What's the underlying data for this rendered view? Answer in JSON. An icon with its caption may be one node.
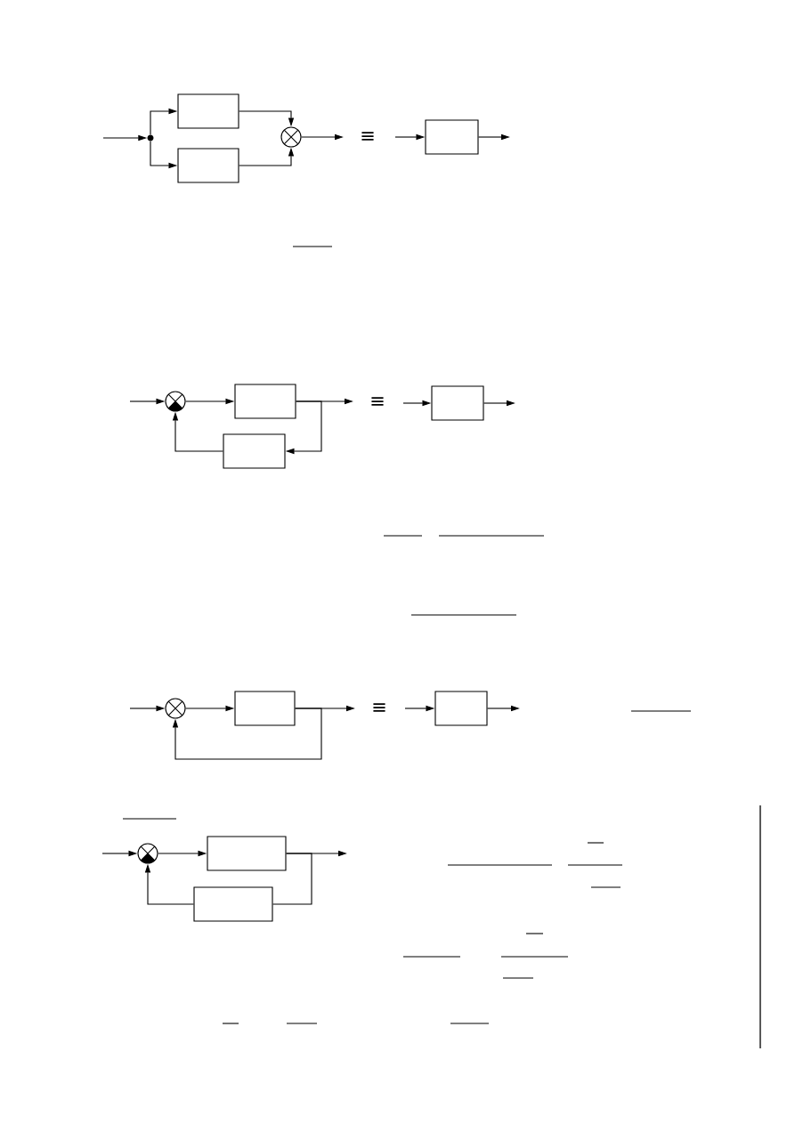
{
  "diagram": {
    "nodes": [
      {
        "text": [],
        "shape": "dot"
      },
      {
        "text": [],
        "shape": "box"
      },
      {
        "text": [],
        "shape": "box"
      },
      {
        "text": [],
        "shape": "circle"
      },
      {
        "text": [],
        "shape": "box"
      },
      {
        "text": [],
        "shape": "circle"
      },
      {
        "text": [],
        "shape": "box"
      },
      {
        "text": [],
        "shape": "box"
      },
      {
        "text": [],
        "shape": "box"
      },
      {
        "text": [],
        "shape": "circle"
      },
      {
        "text": [],
        "shape": "box"
      },
      {
        "text": [],
        "shape": "box"
      },
      {
        "text": [],
        "shape": "circle"
      },
      {
        "text": [],
        "shape": "box"
      },
      {
        "text": [],
        "shape": "box"
      }
    ],
    "edges": [
      {
        "from": null,
        "to": 0,
        "arrow": "to"
      },
      {
        "from": 0,
        "to": 1,
        "arrow": "to"
      },
      {
        "from": 0,
        "to": 2,
        "arrow": "to"
      },
      {
        "from": 1,
        "to": 3,
        "arrow": "to"
      },
      {
        "from": 2,
        "to": 3,
        "arrow": "to"
      },
      {
        "from": 3,
        "to": null,
        "arrow": "to"
      },
      {
        "from": null,
        "to": 4,
        "arrow": "to"
      },
      {
        "from": 4,
        "to": null,
        "arrow": "to"
      },
      {
        "from": null,
        "to": 5,
        "arrow": "to"
      },
      {
        "from": 5,
        "to": 6,
        "arrow": "to"
      },
      {
        "from": 6,
        "to": null,
        "arrow": "to"
      },
      {
        "from": 6,
        "to": 7,
        "arrow": "to"
      },
      {
        "from": 7,
        "to": 5,
        "arrow": "to"
      },
      {
        "from": null,
        "to": 8,
        "arrow": "to"
      },
      {
        "from": 8,
        "to": null,
        "arrow": "to"
      },
      {
        "from": null,
        "to": 9,
        "arrow": "to"
      },
      {
        "from": 9,
        "to": 10,
        "arrow": "to"
      },
      {
        "from": 10,
        "to": null,
        "arrow": "to"
      },
      {
        "from": 10,
        "to": 9,
        "arrow": "to"
      },
      {
        "from": null,
        "to": 11,
        "arrow": "to"
      },
      {
        "from": 11,
        "to": null,
        "arrow": "to"
      },
      {
        "from": null,
        "to": 12,
        "arrow": "to"
      },
      {
        "from": 12,
        "to": 13,
        "arrow": "to"
      },
      {
        "from": 13,
        "to": null,
        "arrow": "to"
      },
      {
        "from": 13,
        "to": 14,
        "arrow": "none"
      },
      {
        "from": 14,
        "to": 12,
        "arrow": "to"
      }
    ],
    "labels": [
      "≡",
      "≡",
      "≡"
    ]
  }
}
